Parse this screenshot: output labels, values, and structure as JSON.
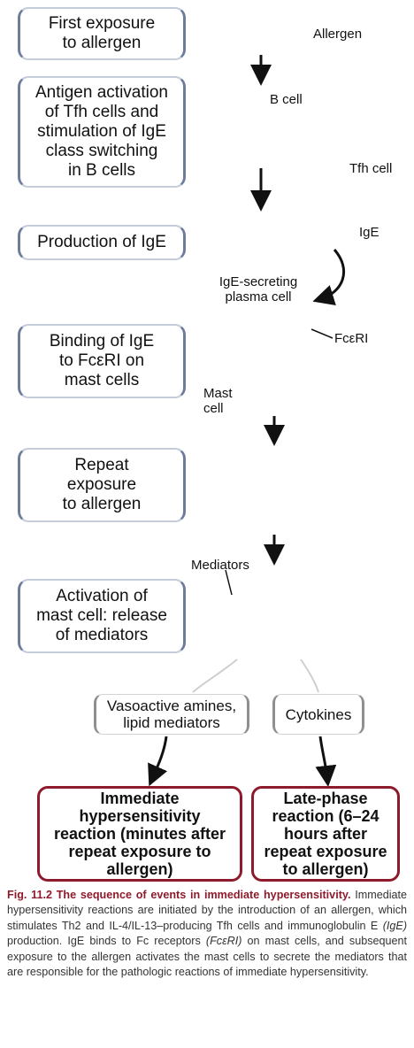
{
  "steps": [
    "First exposure\nto allergen",
    "Antigen activation\nof Tfh cells and\nstimulation of IgE\nclass switching\nin B cells",
    "Production of IgE",
    "Binding of IgE\nto FcεRI on\nmast cells",
    "Repeat\nexposure\nto allergen",
    "Activation of\nmast cell: release\nof mediators"
  ],
  "annotations": {
    "allergen": "Allergen",
    "b_cell": "B cell",
    "tfh_cell": "Tfh cell",
    "ige": "IgE",
    "plasma_cell": "IgE-secreting\nplasma cell",
    "fceri": "FcεRI",
    "mast_cell": "Mast\ncell",
    "mediators": "Mediators"
  },
  "branches": {
    "left": "Vasoactive amines,\nlipid mediators",
    "right": "Cytokines"
  },
  "outcomes": {
    "left": "Immediate\nhypersensitivity\nreaction (minutes after\nrepeat exposure to\nallergen)",
    "right": "Late-phase\nreaction (6–24\nhours after\nrepeat exposure\nto allergen)"
  },
  "caption": {
    "figure_label": "Fig. 11.2",
    "title": "The sequence of events in immediate hypersensitivity.",
    "text_1": "Immediate hypersensitivity reactions are initiated by the introduction of an allergen, which stimulates Th2 and IL-4/IL-13–producing Tfh cells and immunoglobulin E",
    "abbr_1": "(IgE)",
    "text_2": "production. IgE binds to Fc receptors",
    "abbr_2": "(FcεRI)",
    "text_3": "on mast cells, and subsequent exposure to the allergen activates the mast cells to secrete the mediators that are responsible for the pathologic reactions of immediate hypersensitivity."
  }
}
